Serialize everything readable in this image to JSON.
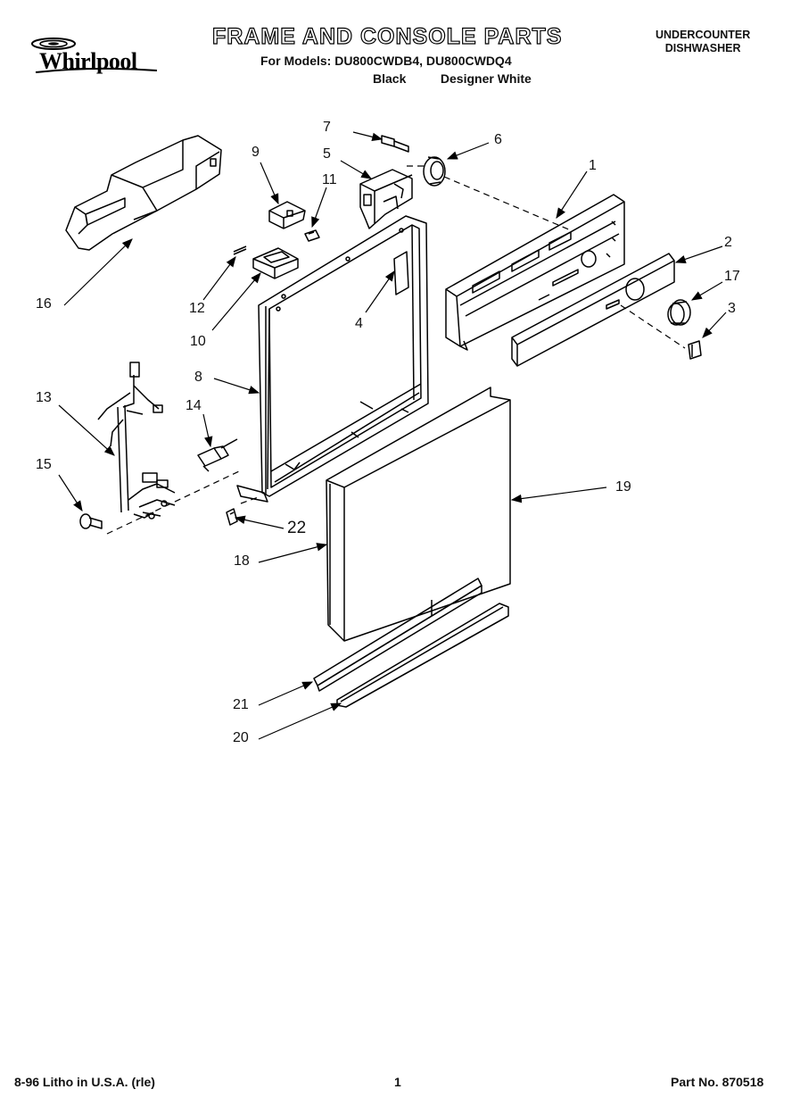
{
  "header": {
    "brand": "Whirlpool",
    "title": "FRAME AND CONSOLE PARTS",
    "models_line": "For Models: DU800CWDB4, DU800CWDQ4",
    "variant_black": "Black",
    "variant_white": "Designer White",
    "appliance_line1": "UNDERCOUNTER",
    "appliance_line2": "DISHWASHER"
  },
  "callouts": {
    "c1": "1",
    "c2": "2",
    "c3": "3",
    "c4": "4",
    "c5": "5",
    "c6": "6",
    "c7": "7",
    "c8": "8",
    "c9": "9",
    "c10": "10",
    "c11": "11",
    "c12": "12",
    "c13": "13",
    "c14": "14",
    "c15": "15",
    "c16": "16",
    "c17": "17",
    "c18": "18",
    "c19": "19",
    "c20": "20",
    "c21": "21",
    "c22": "22"
  },
  "footer": {
    "litho": "8-96 Litho in U.S.A. (rle)",
    "page": "1",
    "part_no": "Part No. 870518"
  },
  "icons": {
    "logo": "whirlpool-swirl-icon"
  }
}
